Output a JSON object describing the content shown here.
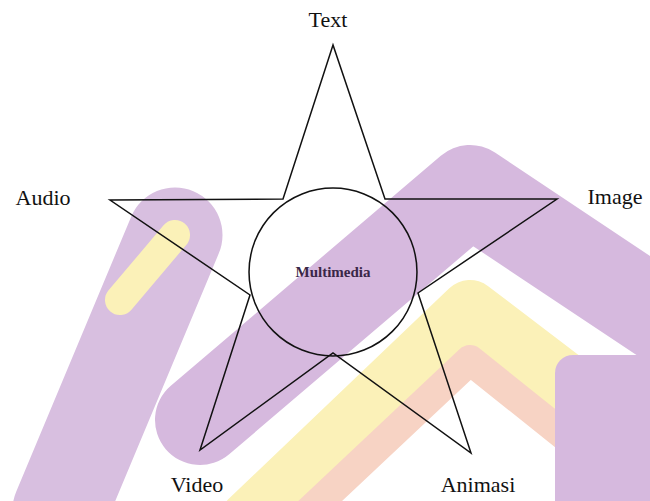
{
  "diagram": {
    "nodes": [
      {
        "text": [
          "Multimedia"
        ]
      }
    ],
    "labels": [
      "Text",
      "Audio",
      "Image",
      "Video",
      "Animasi"
    ]
  }
}
